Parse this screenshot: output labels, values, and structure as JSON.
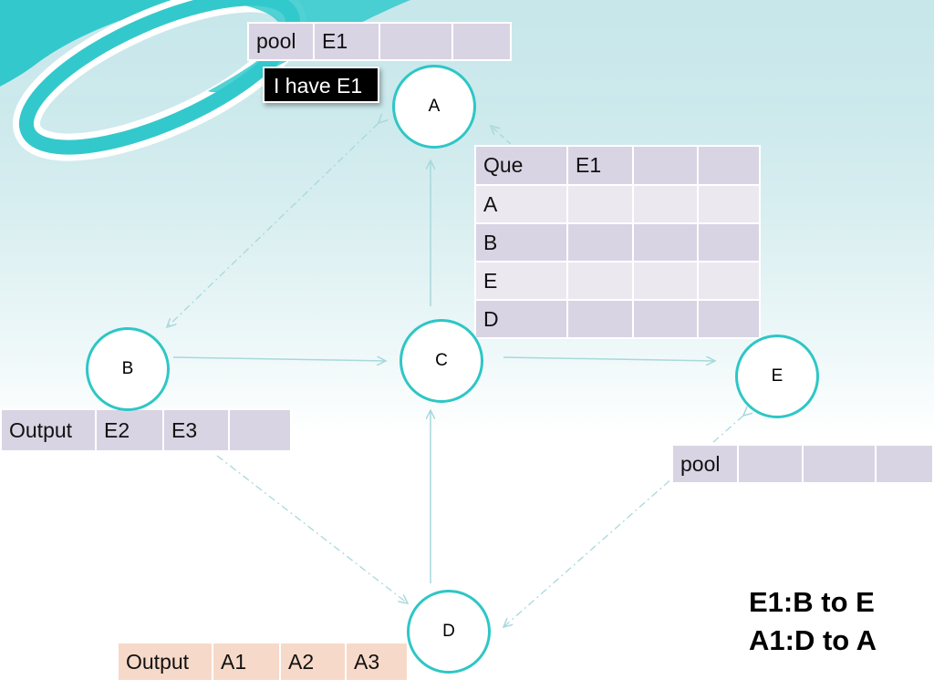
{
  "nodes": {
    "A": {
      "label": "A"
    },
    "B": {
      "label": "B"
    },
    "C": {
      "label": "C"
    },
    "D": {
      "label": "D"
    },
    "E": {
      "label": "E"
    }
  },
  "tables": {
    "pool_a": {
      "cells": [
        "pool",
        "E1",
        "",
        ""
      ]
    },
    "que": {
      "rows": [
        [
          "Que",
          "E1",
          "",
          ""
        ],
        [
          "A",
          "",
          "",
          ""
        ],
        [
          "B",
          "",
          "",
          ""
        ],
        [
          "E",
          "",
          "",
          ""
        ],
        [
          "D",
          "",
          "",
          ""
        ]
      ]
    },
    "output_b": {
      "cells": [
        "Output",
        "E2",
        "E3",
        ""
      ]
    },
    "pool_e": {
      "cells": [
        "pool",
        "",
        "",
        ""
      ]
    },
    "output_d": {
      "cells": [
        "Output",
        "A1",
        "A2",
        "A3"
      ]
    }
  },
  "tooltip": {
    "text": "I have E1"
  },
  "legend": {
    "line1": "E1:B to E",
    "line2": "A1:D to A"
  },
  "colors": {
    "node_border": "#2ec6c6",
    "edge": "#a8d8dc",
    "table_lavender": "#d9d4e4",
    "table_lavender_light": "#ebe8f0",
    "table_peach": "#f7d9c9",
    "deco_teal": "#33c9cc"
  }
}
